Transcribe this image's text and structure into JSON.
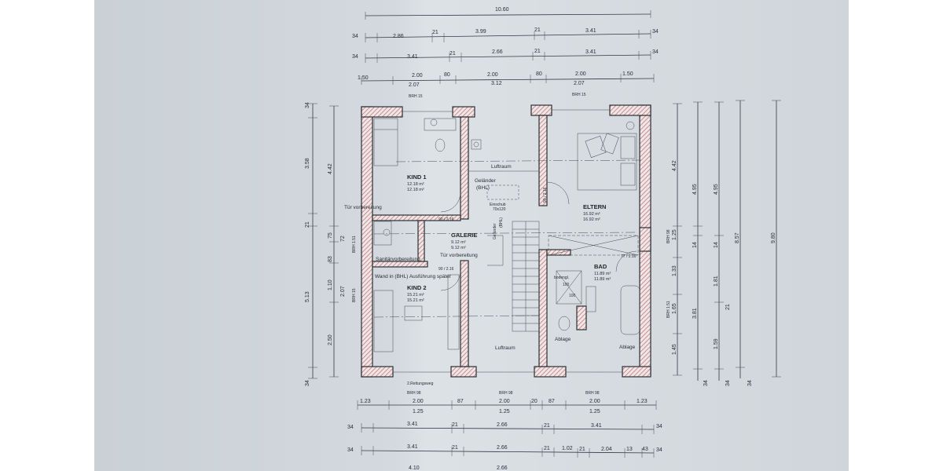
{
  "colors": {
    "paper": "#d3d9de",
    "ink": "#2a2f35",
    "hatch": "#e8a0a0"
  },
  "top_dims": {
    "overall": "10.60",
    "row1": [
      "34",
      "2.86",
      "21",
      "3.99",
      "21",
      "3.41",
      "34"
    ],
    "row2": [
      "34",
      "3.41",
      "21",
      "2.66",
      "21",
      "3.41",
      "34"
    ],
    "row3": [
      "1.50",
      "2.00",
      "80",
      "2.00",
      "80",
      "2.00",
      "1.50"
    ],
    "row3b": [
      "2.07",
      "3.12",
      "2.07"
    ],
    "brh_top": [
      "BRH 15",
      "BRH 15"
    ]
  },
  "bottom_dims": {
    "brh": [
      "BRH 98",
      "BRH 98",
      "BRH 98"
    ],
    "row1": [
      "1.23",
      "2.00",
      "87",
      "2.00",
      "20",
      "87",
      "2.00",
      "1.23"
    ],
    "row1b": [
      "1.25",
      "1.25",
      "1.25"
    ],
    "row2": [
      "34",
      "3.41",
      "21",
      "2.66",
      "21",
      "3.41",
      "34"
    ],
    "row3": [
      "34",
      "3.41",
      "21",
      "2.66",
      "21",
      "1.02",
      "21",
      "2.04",
      "13",
      "43",
      "34"
    ],
    "row4": [
      "4.10",
      "2.66"
    ]
  },
  "left_dims": {
    "outer": [
      "34",
      "3.58",
      "21",
      "5.13",
      "34"
    ],
    "inner": [
      "4.42",
      "75",
      "83",
      "1.10",
      "2.50"
    ],
    "labels": [
      "72",
      "2.07",
      "BRH 1.51",
      "BRH 15"
    ]
  },
  "right_dims": {
    "col1": [
      "4.42",
      "1.25",
      "1.33",
      "1.65",
      "1.45"
    ],
    "col2": [
      "4.95",
      "14",
      "3.81",
      "34"
    ],
    "col3": [
      "4.95",
      "14",
      "1.81",
      "21",
      "1.59",
      "34"
    ],
    "col4": [
      "8.57",
      "34"
    ],
    "col5": [
      "9.80"
    ],
    "brh": [
      "BRH 98",
      "BRH 1.51"
    ]
  },
  "rooms": {
    "kind1": {
      "name": "KIND 1",
      "area1": "12.18 m²",
      "area2": "12.18 m²"
    },
    "kind2": {
      "name": "KIND 2",
      "area1": "15.21 m²",
      "area2": "15.21 m²"
    },
    "galerie": {
      "name": "GALERIE",
      "area1": "9.12 m²",
      "area2": "9.12 m²"
    },
    "eltern": {
      "name": "ELTERN",
      "area1": "16.92 m²",
      "area2": "16.92 m²"
    },
    "bad": {
      "name": "BAD",
      "area1": "11.89 m²",
      "area2": "11.89 m²"
    }
  },
  "labels": {
    "luftraum_top": "Luftraum",
    "luftraum_bottom": "Luftraum",
    "gelaender1": "Geländer",
    "bhl1": "(BHL)",
    "gelaender2": "Geländer",
    "bhl2": "(BHL)",
    "einschub": "Einschub",
    "einschub_size": "70x120",
    "tuer1": "Tür vorbereitung",
    "tuer2": "Tür vorbereitung",
    "sanitaer": "Sanitärvorbereitung",
    "wand": "Wand in (BHL) Ausführung später",
    "door1": "90 / 2.16",
    "door2": "90 / 2.16",
    "door3": "90 / 2.16",
    "door4": "77 / 2.16",
    "bodengl": "bodengl.",
    "bad_dim1": "100",
    "bad_dim2": "100",
    "ablage1": "Ablage",
    "ablage2": "Ablage",
    "rettung": "2.Rettungsweg"
  }
}
